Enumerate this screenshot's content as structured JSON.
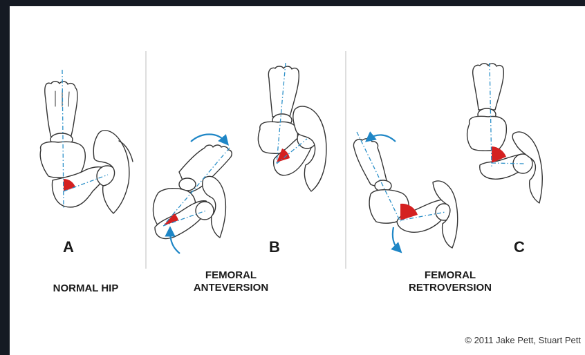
{
  "panels": [
    {
      "letter": "A",
      "caption": [
        "NORMAL HIP"
      ]
    },
    {
      "letter": "B",
      "caption": [
        "FEMORAL",
        "ANTEVERSION"
      ]
    },
    {
      "letter": "C",
      "caption": [
        "FEMORAL",
        "RETROVERSION"
      ]
    }
  ],
  "copyright": "© 2011 Jake Pett, Stuart Pett",
  "colors": {
    "angle": "#d42020",
    "axis": "#2a8fc8",
    "arrow": "#1e86c6",
    "outline": "#333333",
    "background": "#151a23"
  }
}
